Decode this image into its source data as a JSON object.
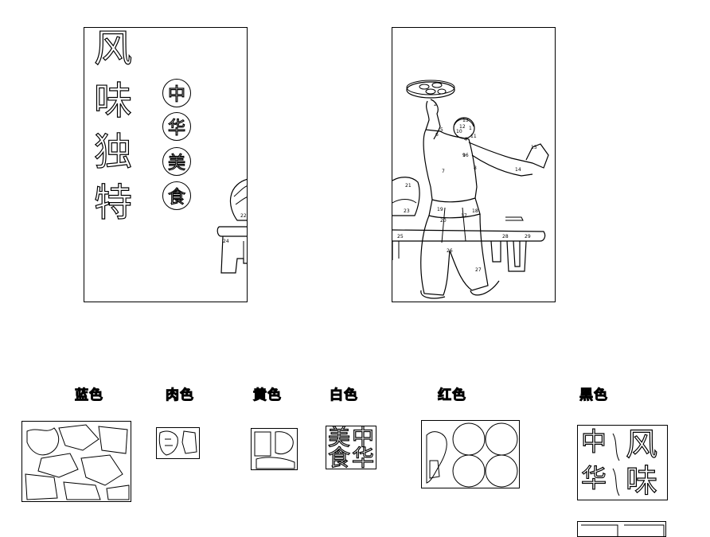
{
  "left_panel": {
    "vertical_title": [
      "风",
      "味",
      "独",
      "特"
    ],
    "circle_chars": [
      "中",
      "华",
      "美",
      "食"
    ],
    "region_numbers": [
      "22",
      "24"
    ]
  },
  "right_panel": {
    "region_numbers": [
      "1",
      "2",
      "4",
      "5",
      "6",
      "7",
      "8",
      "9",
      "10",
      "11",
      "12",
      "13",
      "14",
      "15",
      "16",
      "17",
      "18",
      "19",
      "20",
      "21",
      "23",
      "25",
      "26",
      "27",
      "28",
      "29"
    ]
  },
  "color_labels": [
    "蓝色",
    "肉色",
    "黄色",
    "白色",
    "红色",
    "黑色"
  ],
  "swatches": {
    "white_chars": [
      "美",
      "中",
      "食",
      "华"
    ],
    "black_chars": [
      "中",
      "风",
      "华",
      "味"
    ]
  }
}
